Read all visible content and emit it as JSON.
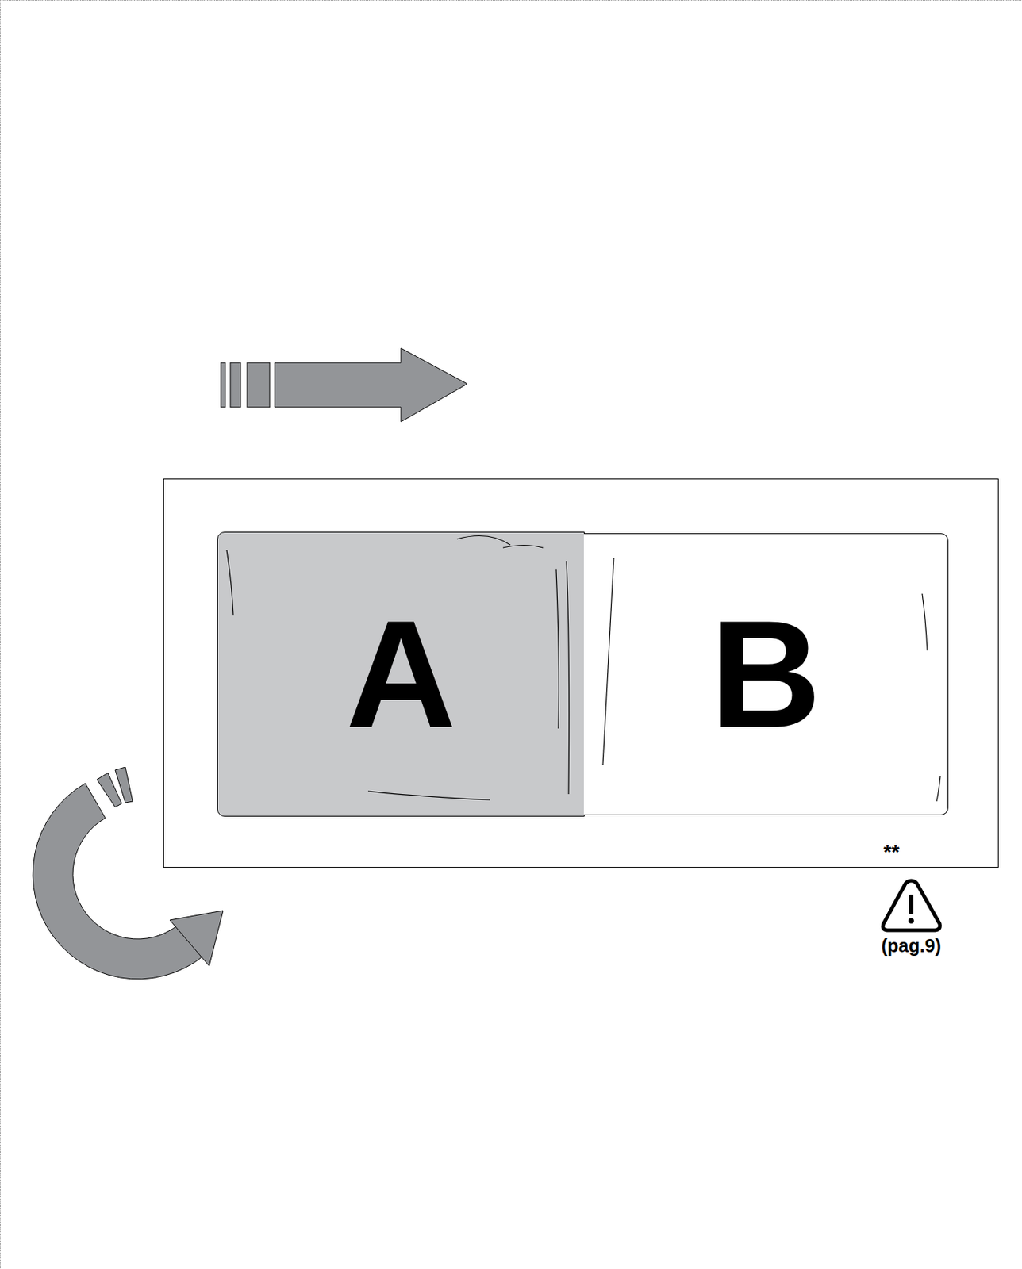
{
  "diagram": {
    "nodes": [
      {
        "text": [
          "**"
        ]
      },
      {
        "text": [
          "A"
        ],
        "in": 0
      },
      {
        "text": [
          "B"
        ],
        "in": 0
      }
    ],
    "labels": [
      "(pag.9)"
    ]
  }
}
